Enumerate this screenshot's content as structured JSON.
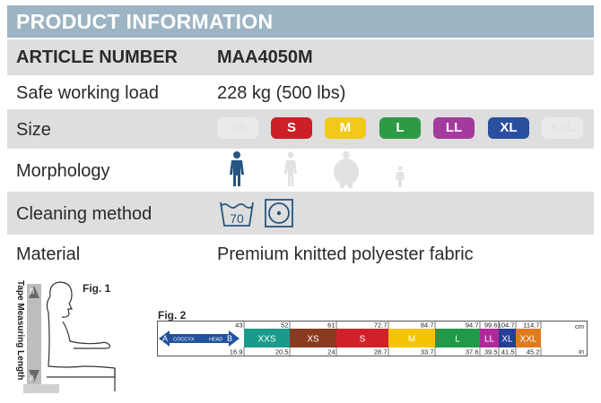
{
  "header": {
    "title": "PRODUCT INFORMATION"
  },
  "article": {
    "label": "ARTICLE NUMBER",
    "value": "MAA4050M"
  },
  "load": {
    "label": "Safe working load",
    "value": "228 kg (500 lbs)"
  },
  "size": {
    "label": "Size",
    "items": [
      {
        "label": "XS",
        "color": "#eaeaea",
        "available": false
      },
      {
        "label": "S",
        "color": "#cc2028",
        "available": true
      },
      {
        "label": "M",
        "color": "#f2c81a",
        "available": true
      },
      {
        "label": "L",
        "color": "#2f9a45",
        "available": true
      },
      {
        "label": "LL",
        "color": "#a33a9e",
        "available": true
      },
      {
        "label": "XL",
        "color": "#2a4f9e",
        "available": true
      },
      {
        "label": "XXL",
        "color": "#eaeaea",
        "available": false
      }
    ]
  },
  "morphology": {
    "label": "Morphology",
    "icons": [
      "standing-person-icon",
      "slim-person-icon",
      "obese-person-icon",
      "child-person-icon"
    ]
  },
  "cleaning": {
    "label": "Cleaning method",
    "wash_temp": "70",
    "icons": [
      "wash-70-icon",
      "tumble-dry-icon"
    ]
  },
  "material": {
    "label": "Material",
    "value": "Premium knitted polyester fabric"
  },
  "fig1": {
    "title": "Fig. 1",
    "measure_label": "Tape Measuring Length",
    "point_a": "A",
    "point_b": "B"
  },
  "fig2": {
    "title": "Fig. 2",
    "arrow": {
      "a": "A",
      "b": "B",
      "start": "COCCYX",
      "end": "HEAD"
    },
    "unit_top": "cm",
    "unit_bottom": "in",
    "ticks_top": [
      "43",
      "52",
      "61",
      "72.7",
      "84.7",
      "94.7",
      "99.6",
      "104.7",
      "114.7"
    ],
    "ticks_bottom": [
      "16.9",
      "20.5",
      "24",
      "28.7",
      "33.7",
      "37.6",
      "39.5",
      "41.5",
      "45.2"
    ],
    "bands": [
      {
        "label": "XXS",
        "color": "#1a9a8a"
      },
      {
        "label": "XS",
        "color": "#8a3a1e"
      },
      {
        "label": "S",
        "color": "#d2202a"
      },
      {
        "label": "M",
        "color": "#f5c400"
      },
      {
        "label": "L",
        "color": "#1f9a48"
      },
      {
        "label": "LL",
        "color": "#b0299a"
      },
      {
        "label": "XL",
        "color": "#233e93"
      },
      {
        "label": "XXL",
        "color": "#e07a1e"
      }
    ]
  }
}
